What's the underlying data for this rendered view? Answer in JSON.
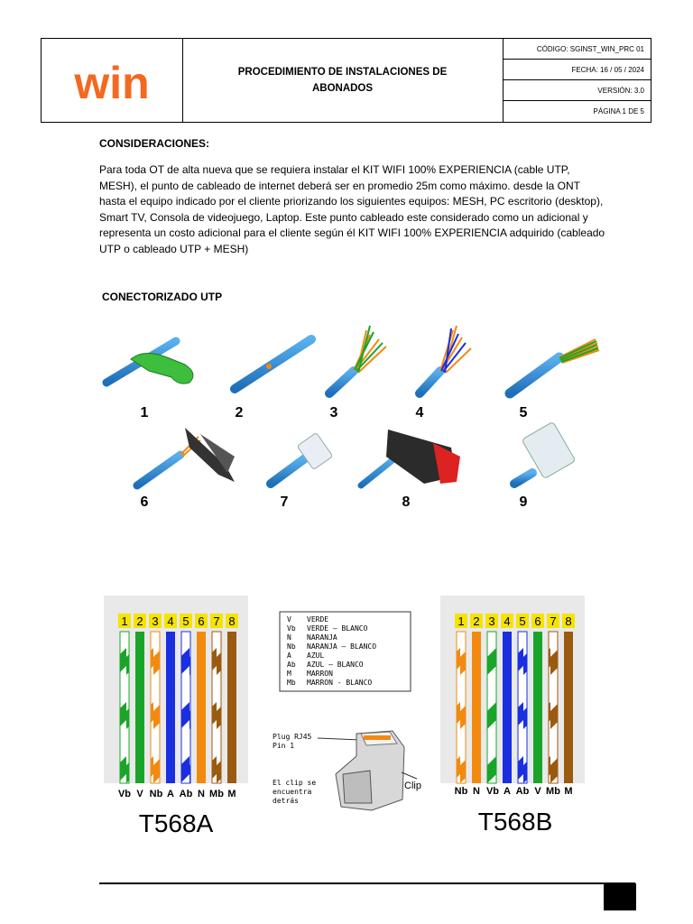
{
  "header": {
    "logo_text": "win",
    "title": "PROCEDIMIENTO DE INSTALACIONES DE ABONADOS",
    "code": "CÓDIGO: SGINST_WIN_PRC 01",
    "date": "FECHA: 16 / 05 / 2024",
    "version": "VERSIÓN: 3.0",
    "page": "PÁGINA   1 DE 5"
  },
  "considerations": {
    "heading": "CONSIDERACIONES:",
    "paragraph": "Para toda OT de alta nueva que se requiera instalar el KIT WIFI 100% EXPERIENCIA (cable UTP, MESH), el punto de cableado de internet deberá ser en promedio 25m como máximo. desde la ONT hasta el equipo indicado por el cliente priorizando los siguientes equipos: MESH, PC escritorio (desktop), Smart TV, Consola de videojuego, Laptop. Este punto cableado este considerado como un adicional y representa un costo adicional para el cliente según él KIT WIFI 100% EXPERIENCIA adquirido (cableado UTP o cableado UTP + MESH)"
  },
  "utp": {
    "heading": "CONECTORIZADO UTP",
    "steps": [
      "1",
      "2",
      "3",
      "4",
      "5",
      "6",
      "7",
      "8",
      "9"
    ]
  },
  "wiring": {
    "pin_numbers": [
      "1",
      "2",
      "3",
      "4",
      "5",
      "6",
      "7",
      "8"
    ],
    "t568a": {
      "title": "T568A",
      "labels": [
        "Vb",
        "V",
        "Nb",
        "A",
        "Ab",
        "N",
        "Mb",
        "M"
      ]
    },
    "t568b": {
      "title": "T568B",
      "labels": [
        "Nb",
        "N",
        "Vb",
        "A",
        "Ab",
        "V",
        "Mb",
        "M"
      ]
    },
    "legend": [
      {
        "code": "V",
        "desc": "VERDE"
      },
      {
        "code": "Vb",
        "desc": "VERDE – BLANCO"
      },
      {
        "code": "N",
        "desc": "NARANJA"
      },
      {
        "code": "Nb",
        "desc": "NARANJA – BLANCO"
      },
      {
        "code": "A",
        "desc": "AZUL"
      },
      {
        "code": "Ab",
        "desc": "AZUL – BLANCO"
      },
      {
        "code": "M",
        "desc": "MARRON"
      },
      {
        "code": "Mb",
        "desc": "MARRON - BLANCO"
      }
    ],
    "plug_label_1": "Plug RJ45",
    "plug_label_2": "Pin 1",
    "clip_note_1": "El clip se",
    "clip_note_2": "encuentra",
    "clip_note_3": "detrás",
    "clip_label": "Clip"
  },
  "colors": {
    "brand": "#F26A21",
    "green": "#1AA52A",
    "orange": "#F28A10",
    "blue": "#1A2FE0",
    "brown": "#9A5A10",
    "cable_blue": "#2A86D0",
    "pin_yellow": "#F5E300"
  }
}
